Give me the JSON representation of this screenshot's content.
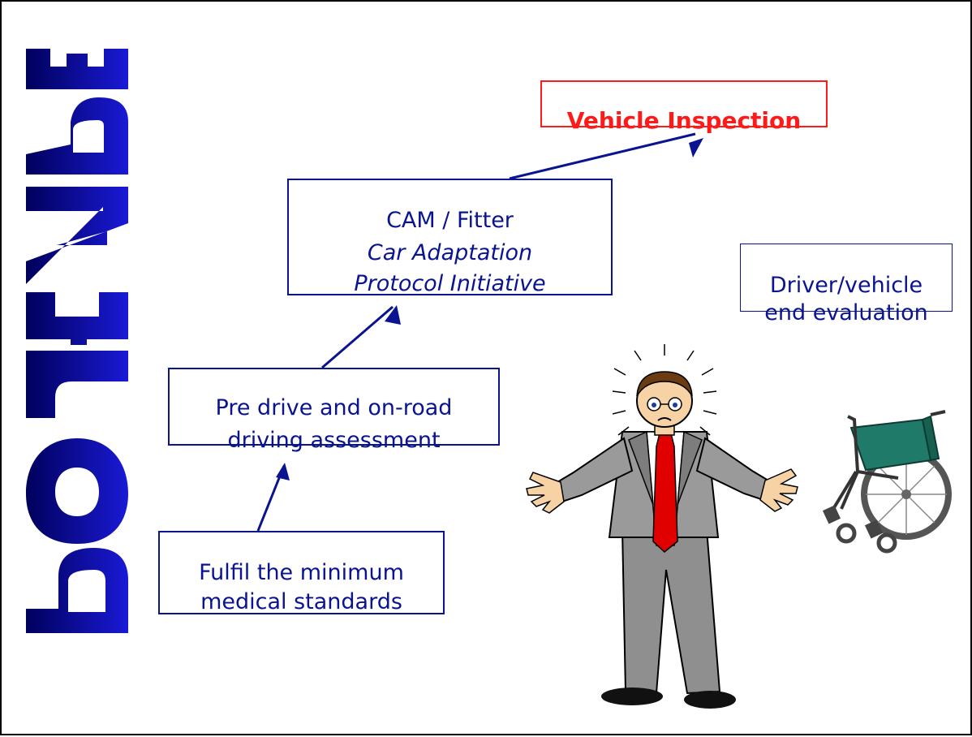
{
  "logo": {
    "text": "PORTARE"
  },
  "diagram": {
    "nodes": [
      {
        "id": "vehicle",
        "lines": [
          "Vehicle Inspection"
        ]
      },
      {
        "id": "cam",
        "lines": [
          "CAM / Fitter",
          "Car Adaptation",
          "Protocol Initiative"
        ]
      },
      {
        "id": "driver",
        "lines": [
          "Driver/vehicle",
          "end evaluation"
        ]
      },
      {
        "id": "pre",
        "lines": [
          "Pre drive and on-road",
          "driving assessment"
        ]
      },
      {
        "id": "fulfil",
        "lines": [
          "Fulfil the minimum",
          "medical standards"
        ]
      }
    ],
    "edges": [
      {
        "from": "fulfil",
        "to": "pre"
      },
      {
        "from": "pre",
        "to": "cam"
      },
      {
        "from": "cam",
        "to": "vehicle"
      }
    ]
  },
  "colors": {
    "box_border": "#0a1390",
    "box_text": "#0a1390",
    "highlight": "#ff1a1a",
    "logo_dark": "#00005c",
    "logo_light": "#1a1ad6",
    "suit": "#8f8f8f",
    "tie": "#e00000",
    "wheelchair_seat": "#1f7a6a"
  },
  "illustrations": {
    "man": "confused-man-shrugging",
    "wheelchair": "wheelchair"
  }
}
